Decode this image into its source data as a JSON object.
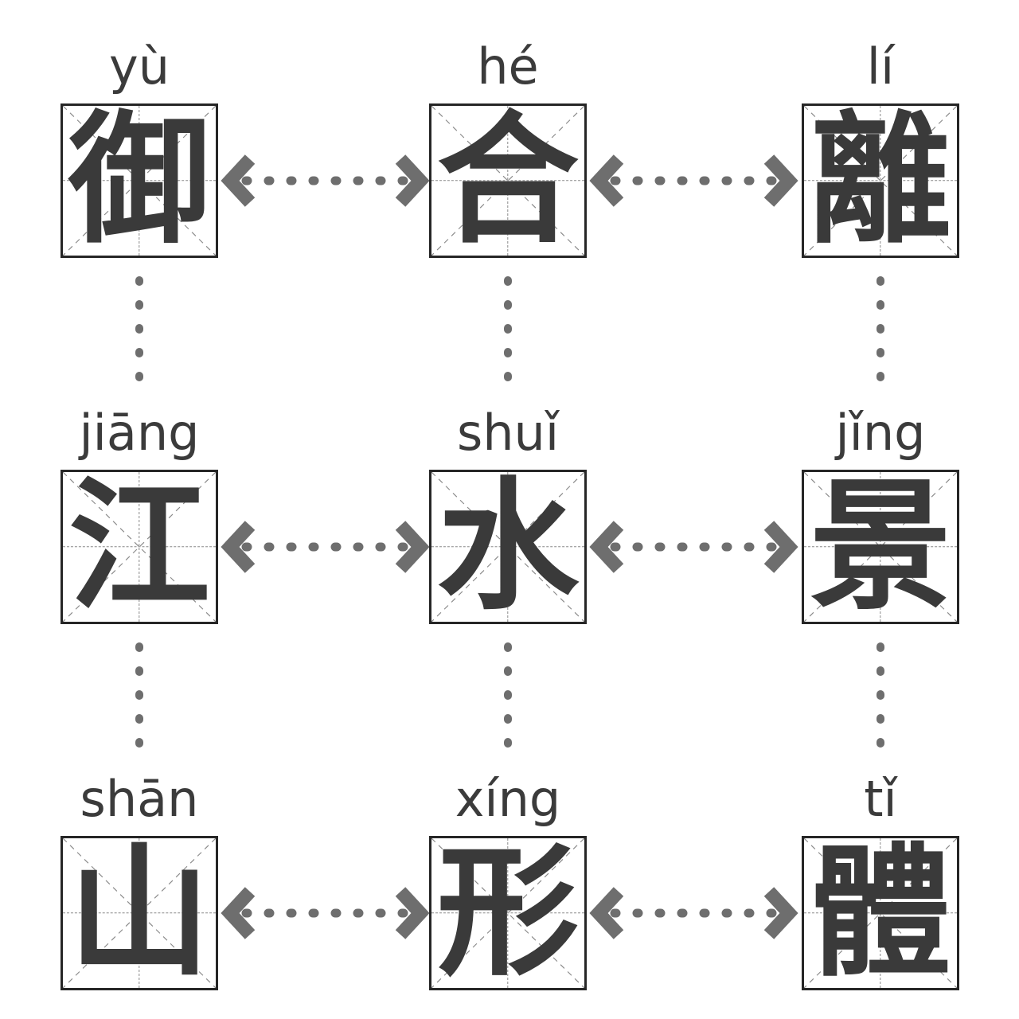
{
  "diagram": {
    "type": "character-relation-grid",
    "rows": 3,
    "columns": 3,
    "colors": {
      "character": "#3a3a3a",
      "pinyin": "#3b3b3b",
      "box_border": "#262626",
      "guide_line": "#8a8a8a",
      "connector": "#6e6e6e",
      "background": "#ffffff"
    }
  },
  "cells": [
    {
      "id": "cell-0-0",
      "pinyin": "yù",
      "character": "御"
    },
    {
      "id": "cell-0-1",
      "pinyin": "hé",
      "character": "合"
    },
    {
      "id": "cell-0-2",
      "pinyin": "lí",
      "character": "離"
    },
    {
      "id": "cell-1-0",
      "pinyin": "jiāng",
      "character": "江"
    },
    {
      "id": "cell-1-1",
      "pinyin": "shuǐ",
      "character": "水"
    },
    {
      "id": "cell-1-2",
      "pinyin": "jǐng",
      "character": "景"
    },
    {
      "id": "cell-2-0",
      "pinyin": "shān",
      "character": "山"
    },
    {
      "id": "cell-2-1",
      "pinyin": "xíng",
      "character": "形"
    },
    {
      "id": "cell-2-2",
      "pinyin": "tǐ",
      "character": "體"
    }
  ],
  "connectors": {
    "horizontal": [
      {
        "id": "h-0-left",
        "from": "cell-0-0",
        "to": "cell-0-1",
        "style": "dashed",
        "arrowheads": "both"
      },
      {
        "id": "h-0-right",
        "from": "cell-0-1",
        "to": "cell-0-2",
        "style": "dashed",
        "arrowheads": "both"
      },
      {
        "id": "h-1-left",
        "from": "cell-1-0",
        "to": "cell-1-1",
        "style": "dashed",
        "arrowheads": "both"
      },
      {
        "id": "h-1-right",
        "from": "cell-1-1",
        "to": "cell-1-2",
        "style": "dashed",
        "arrowheads": "both"
      },
      {
        "id": "h-2-left",
        "from": "cell-2-0",
        "to": "cell-2-1",
        "style": "dashed",
        "arrowheads": "both"
      },
      {
        "id": "h-2-right",
        "from": "cell-2-1",
        "to": "cell-2-2",
        "style": "dashed",
        "arrowheads": "both"
      }
    ],
    "vertical": [
      {
        "id": "v-col0-top",
        "from": "cell-0-0",
        "to": "cell-1-0",
        "style": "dashed",
        "arrowheads": "none"
      },
      {
        "id": "v-col1-top",
        "from": "cell-0-1",
        "to": "cell-1-1",
        "style": "dashed",
        "arrowheads": "none"
      },
      {
        "id": "v-col2-top",
        "from": "cell-0-2",
        "to": "cell-1-2",
        "style": "dashed",
        "arrowheads": "none"
      },
      {
        "id": "v-col0-bot",
        "from": "cell-1-0",
        "to": "cell-2-0",
        "style": "dashed",
        "arrowheads": "none"
      },
      {
        "id": "v-col1-bot",
        "from": "cell-1-1",
        "to": "cell-2-1",
        "style": "dashed",
        "arrowheads": "none"
      },
      {
        "id": "v-col2-bot",
        "from": "cell-1-2",
        "to": "cell-2-2",
        "style": "dashed",
        "arrowheads": "none"
      }
    ]
  }
}
